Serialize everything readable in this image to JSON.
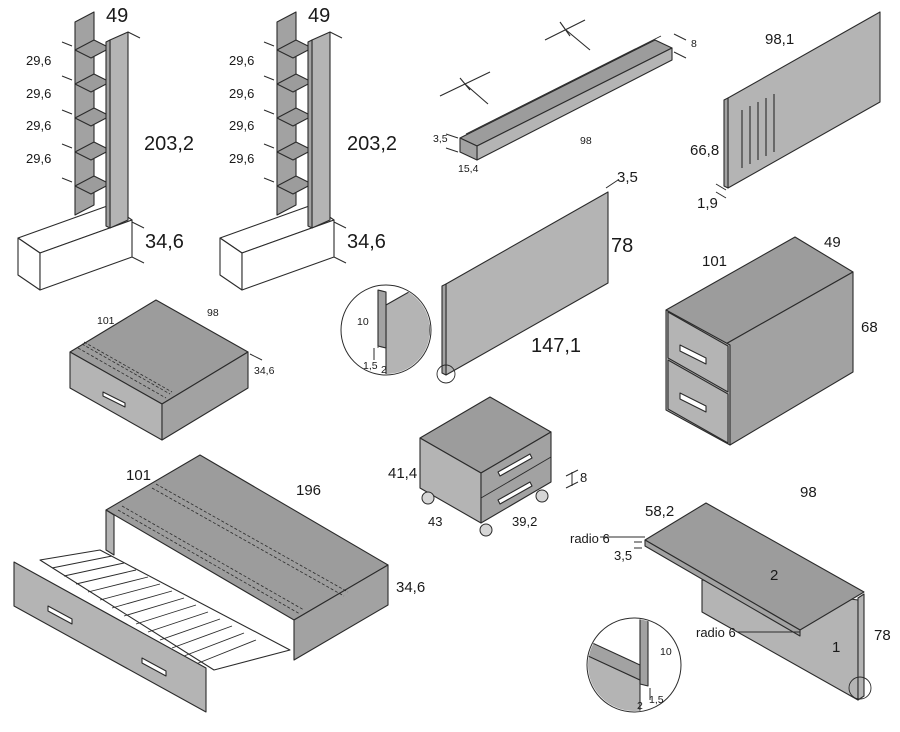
{
  "pieces": {
    "bookcase_left": {
      "width": "49",
      "height": "203,2",
      "shelf_1": "29,6",
      "shelf_2": "29,6",
      "shelf_3": "29,6",
      "shelf_4": "29,6",
      "base_height": "34,6"
    },
    "bookcase_right": {
      "width": "49",
      "height": "203,2",
      "shelf_1": "29,6",
      "shelf_2": "29,6",
      "shelf_3": "29,6",
      "shelf_4": "29,6",
      "base_height": "34,6"
    },
    "wall_shelf": {
      "height": "8",
      "length": "98",
      "thickness": "3,5",
      "depth": "15,4"
    },
    "panel_slotted": {
      "width": "98,1",
      "height": "66,8",
      "thickness": "1,9"
    },
    "desk_panel": {
      "thickness": "3,5",
      "height": "78",
      "width": "147,1"
    },
    "detail_left": {
      "height": "10",
      "gap_a": "1,5",
      "gap_b": "2"
    },
    "drawer_cabinet": {
      "width": "101",
      "depth": "49",
      "height": "68"
    },
    "bench_drawer": {
      "width": "101",
      "depth": "98",
      "height": "34,6"
    },
    "nightstand": {
      "height": "41,4",
      "width": "43",
      "depth": "39,2",
      "drawer_gap": "8"
    },
    "trundle_bed": {
      "width": "101",
      "length": "196",
      "height": "34,6"
    },
    "corner_desk": {
      "top_depth": "58,2",
      "length": "98",
      "radius_top": "radio 6",
      "thickness": "3,5",
      "part_top": "2",
      "radius_inner": "radio 6",
      "height": "78",
      "part_leg": "1"
    },
    "detail_right": {
      "height": "10",
      "gap_a": "2",
      "gap_b": "1,5"
    }
  }
}
